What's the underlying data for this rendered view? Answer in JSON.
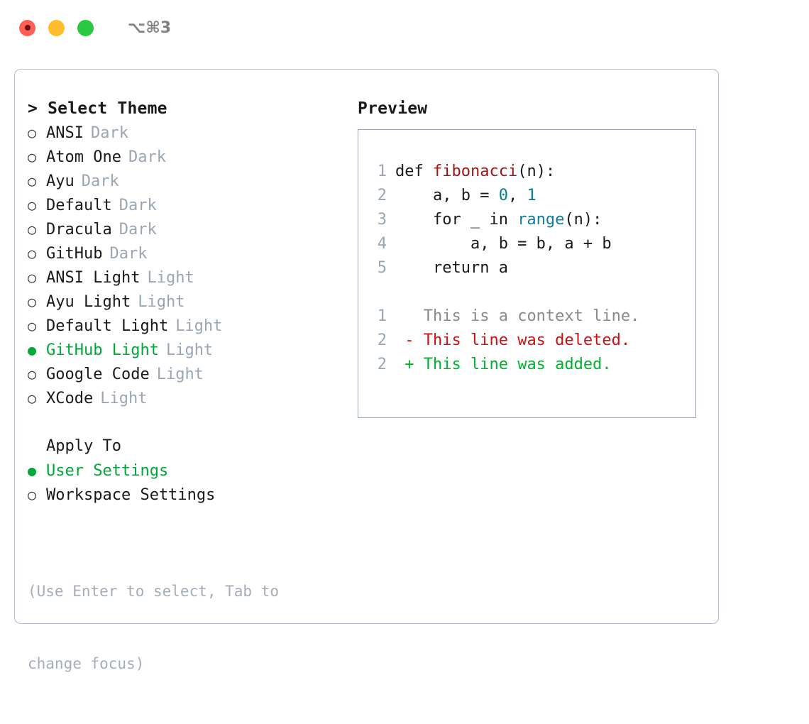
{
  "titlebar": {
    "shortcut": "⌥⌘3",
    "buttons": [
      {
        "name": "close",
        "color": "#ff5f57"
      },
      {
        "name": "minimize",
        "color": "#febc2e"
      },
      {
        "name": "maximize",
        "color": "#28c840"
      }
    ]
  },
  "colors": {
    "selected_green": "#00a838",
    "muted_badge": "#9aa6b4",
    "hint": "#a3adbb",
    "border": "#b3bcc8",
    "preview_border": "#9aa5b1",
    "diff_add": "#00b32c",
    "diff_del": "#cc1111",
    "diff_ctx": "#8a8a8a",
    "fn_name": "#a31515",
    "builtin": "#0b7f9e"
  },
  "theme_panel": {
    "title": "> Select Theme",
    "marker_unselected": "○",
    "marker_selected": "●",
    "items": [
      {
        "label": "ANSI",
        "badge": "Dark",
        "selected": false
      },
      {
        "label": "Atom One",
        "badge": "Dark",
        "selected": false
      },
      {
        "label": "Ayu",
        "badge": "Dark",
        "selected": false
      },
      {
        "label": "Default",
        "badge": "Dark",
        "selected": false
      },
      {
        "label": "Dracula",
        "badge": "Dark",
        "selected": false
      },
      {
        "label": "GitHub",
        "badge": "Dark",
        "selected": false
      },
      {
        "label": "ANSI Light",
        "badge": "Light",
        "selected": false
      },
      {
        "label": "Ayu Light",
        "badge": "Light",
        "selected": false
      },
      {
        "label": "Default Light",
        "badge": "Light",
        "selected": false
      },
      {
        "label": "GitHub Light",
        "badge": "Light",
        "selected": true
      },
      {
        "label": "Google Code",
        "badge": "Light",
        "selected": false
      },
      {
        "label": "XCode",
        "badge": "Light",
        "selected": false
      }
    ]
  },
  "apply_to": {
    "title": "Apply To",
    "items": [
      {
        "label": "User Settings",
        "selected": true
      },
      {
        "label": "Workspace Settings",
        "selected": false
      }
    ]
  },
  "hint": {
    "line1": "(Use Enter to select, Tab to",
    "line2": "change focus)"
  },
  "preview": {
    "title": "Preview",
    "code_lines": [
      {
        "num": "1",
        "segments": [
          {
            "text": "def ",
            "style": "plain"
          },
          {
            "text": "fibonacci",
            "style": "fn"
          },
          {
            "text": "(n):",
            "style": "plain"
          }
        ]
      },
      {
        "num": "2",
        "segments": [
          {
            "text": "    a, b = ",
            "style": "plain"
          },
          {
            "text": "0",
            "style": "num"
          },
          {
            "text": ", ",
            "style": "plain"
          },
          {
            "text": "1",
            "style": "num"
          }
        ]
      },
      {
        "num": "3",
        "segments": [
          {
            "text": "    for _ in ",
            "style": "plain"
          },
          {
            "text": "range",
            "style": "builtin"
          },
          {
            "text": "(n):",
            "style": "plain"
          }
        ]
      },
      {
        "num": "4",
        "segments": [
          {
            "text": "        a, b = b, a + b",
            "style": "plain"
          }
        ]
      },
      {
        "num": "5",
        "segments": [
          {
            "text": "    return a",
            "style": "plain"
          }
        ]
      }
    ],
    "diff_lines": [
      {
        "num": "1",
        "marker": " ",
        "text": " This is a context line.",
        "kind": "ctx"
      },
      {
        "num": "2",
        "marker": "-",
        "text": " This line was deleted.",
        "kind": "del"
      },
      {
        "num": "2",
        "marker": "+",
        "text": " This line was added.",
        "kind": "add"
      }
    ]
  }
}
